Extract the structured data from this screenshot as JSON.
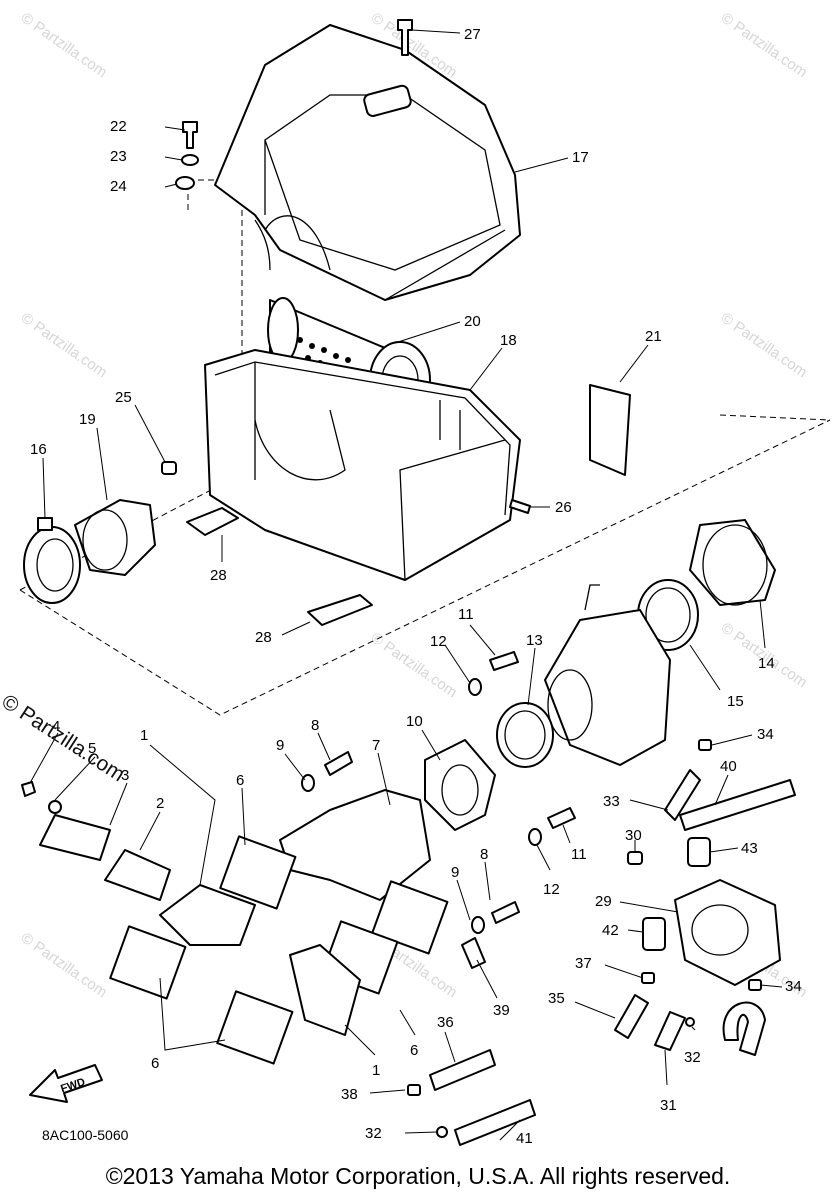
{
  "watermark": {
    "small": "© Partzilla.com",
    "large": "© Partzilla.com"
  },
  "diagram_code": "8AC100-5060",
  "fwd_label": "FWD",
  "copyright": "©2013 Yamaha Motor Corporation, U.S.A. All rights reserved.",
  "callouts": [
    {
      "id": "c1",
      "text": "27"
    },
    {
      "id": "c2",
      "text": "22"
    },
    {
      "id": "c3",
      "text": "17"
    },
    {
      "id": "c4",
      "text": "23"
    },
    {
      "id": "c5",
      "text": "24"
    },
    {
      "id": "c6",
      "text": "20"
    },
    {
      "id": "c7",
      "text": "21"
    },
    {
      "id": "c8",
      "text": "18"
    },
    {
      "id": "c9",
      "text": "25"
    },
    {
      "id": "c10",
      "text": "19"
    },
    {
      "id": "c11",
      "text": "16"
    },
    {
      "id": "c12",
      "text": "26"
    },
    {
      "id": "c13",
      "text": "28"
    },
    {
      "id": "c14",
      "text": "28"
    },
    {
      "id": "c15",
      "text": "11"
    },
    {
      "id": "c16",
      "text": "12"
    },
    {
      "id": "c17",
      "text": "13"
    },
    {
      "id": "c18",
      "text": "14"
    },
    {
      "id": "c19",
      "text": "15"
    },
    {
      "id": "c20",
      "text": "10"
    },
    {
      "id": "c21",
      "text": "4"
    },
    {
      "id": "c22",
      "text": "1"
    },
    {
      "id": "c23",
      "text": "5"
    },
    {
      "id": "c24",
      "text": "3"
    },
    {
      "id": "c25",
      "text": "2"
    },
    {
      "id": "c26",
      "text": "8"
    },
    {
      "id": "c27",
      "text": "9"
    },
    {
      "id": "c28",
      "text": "7"
    },
    {
      "id": "c29",
      "text": "6"
    },
    {
      "id": "c30",
      "text": "34"
    },
    {
      "id": "c31",
      "text": "40"
    },
    {
      "id": "c32",
      "text": "33"
    },
    {
      "id": "c33",
      "text": "30"
    },
    {
      "id": "c34",
      "text": "43"
    },
    {
      "id": "c35",
      "text": "8"
    },
    {
      "id": "c36",
      "text": "11"
    },
    {
      "id": "c37",
      "text": "9"
    },
    {
      "id": "c38",
      "text": "12"
    },
    {
      "id": "c39",
      "text": "29"
    },
    {
      "id": "c40",
      "text": "42"
    },
    {
      "id": "c41",
      "text": "37"
    },
    {
      "id": "c42",
      "text": "34"
    },
    {
      "id": "c43",
      "text": "39"
    },
    {
      "id": "c44",
      "text": "36"
    },
    {
      "id": "c45",
      "text": "35"
    },
    {
      "id": "c46",
      "text": "6"
    },
    {
      "id": "c47",
      "text": "6"
    },
    {
      "id": "c48",
      "text": "1"
    },
    {
      "id": "c49",
      "text": "32"
    },
    {
      "id": "c50",
      "text": "38"
    },
    {
      "id": "c51",
      "text": "31"
    },
    {
      "id": "c52",
      "text": "32"
    },
    {
      "id": "c53",
      "text": "41"
    }
  ]
}
